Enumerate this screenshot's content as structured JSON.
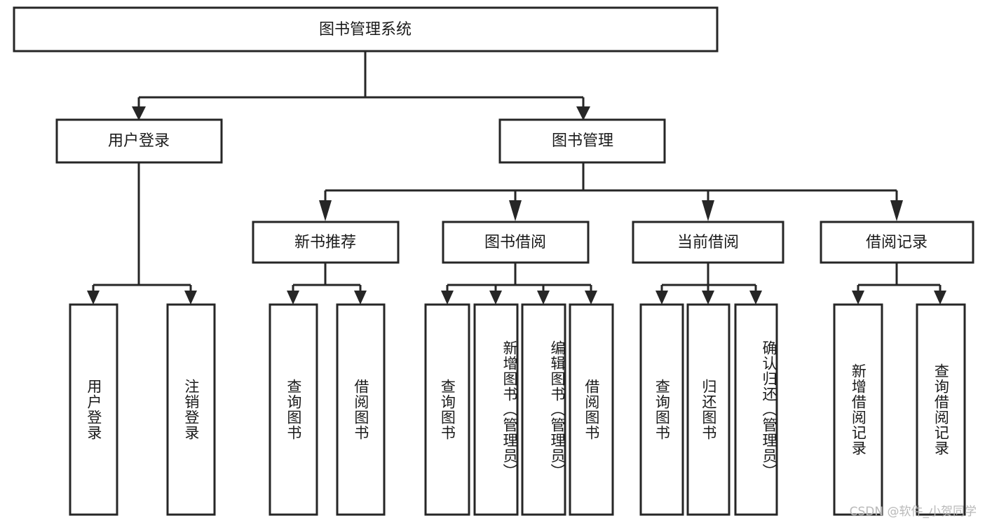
{
  "diagram": {
    "type": "tree-hierarchy",
    "title": "图书管理系统",
    "orientation": "top-down",
    "colors": {
      "background": "#ffffff",
      "node_fill": "#ffffff",
      "node_stroke": "#262626",
      "edge": "#262626",
      "text": "#1a1a1a",
      "watermark": "#b9b9b9"
    },
    "levels": 4,
    "root": {
      "id": "root",
      "label": "图书管理系统",
      "orientation": "horizontal"
    },
    "level2": [
      {
        "id": "user-login",
        "label": "用户登录",
        "orientation": "horizontal"
      },
      {
        "id": "book-manage",
        "label": "图书管理",
        "orientation": "horizontal"
      }
    ],
    "level3": [
      {
        "id": "new-book-recommend",
        "label": "新书推荐",
        "orientation": "horizontal",
        "parent": "book-manage"
      },
      {
        "id": "book-borrow",
        "label": "图书借阅",
        "orientation": "horizontal",
        "parent": "book-manage"
      },
      {
        "id": "current-borrow",
        "label": "当前借阅",
        "orientation": "horizontal",
        "parent": "book-manage"
      },
      {
        "id": "borrow-record",
        "label": "借阅记录",
        "orientation": "horizontal",
        "parent": "book-manage"
      }
    ],
    "leaves": [
      {
        "id": "leaf-user-login",
        "label": "用户登录",
        "parent": "user-login",
        "orientation": "vertical"
      },
      {
        "id": "leaf-logout-login",
        "label": "注销登录",
        "parent": "user-login",
        "orientation": "vertical"
      },
      {
        "id": "leaf-query-book-1",
        "label": "查询图书",
        "parent": "new-book-recommend",
        "orientation": "vertical"
      },
      {
        "id": "leaf-borrow-book-1",
        "label": "借阅图书",
        "parent": "new-book-recommend",
        "orientation": "vertical"
      },
      {
        "id": "leaf-query-book-2",
        "label": "查询图书",
        "parent": "book-borrow",
        "orientation": "vertical"
      },
      {
        "id": "leaf-add-book",
        "label": "新增图书（管理员）",
        "parent": "book-borrow",
        "orientation": "vertical"
      },
      {
        "id": "leaf-edit-book",
        "label": "编辑图书（管理员）",
        "parent": "book-borrow",
        "orientation": "vertical"
      },
      {
        "id": "leaf-borrow-book-2",
        "label": "借阅图书",
        "parent": "book-borrow",
        "orientation": "vertical"
      },
      {
        "id": "leaf-query-book-3",
        "label": "查询图书",
        "parent": "current-borrow",
        "orientation": "vertical"
      },
      {
        "id": "leaf-return-book",
        "label": "归还图书",
        "parent": "current-borrow",
        "orientation": "vertical"
      },
      {
        "id": "leaf-confirm-return",
        "label": "确认归还（管理员）",
        "parent": "current-borrow",
        "orientation": "vertical"
      },
      {
        "id": "leaf-add-record",
        "label": "新增借阅记录",
        "parent": "borrow-record",
        "orientation": "vertical"
      },
      {
        "id": "leaf-query-record",
        "label": "查询借阅记录",
        "parent": "borrow-record",
        "orientation": "vertical"
      }
    ],
    "watermark": "CSDN @软件_小贺同学"
  }
}
